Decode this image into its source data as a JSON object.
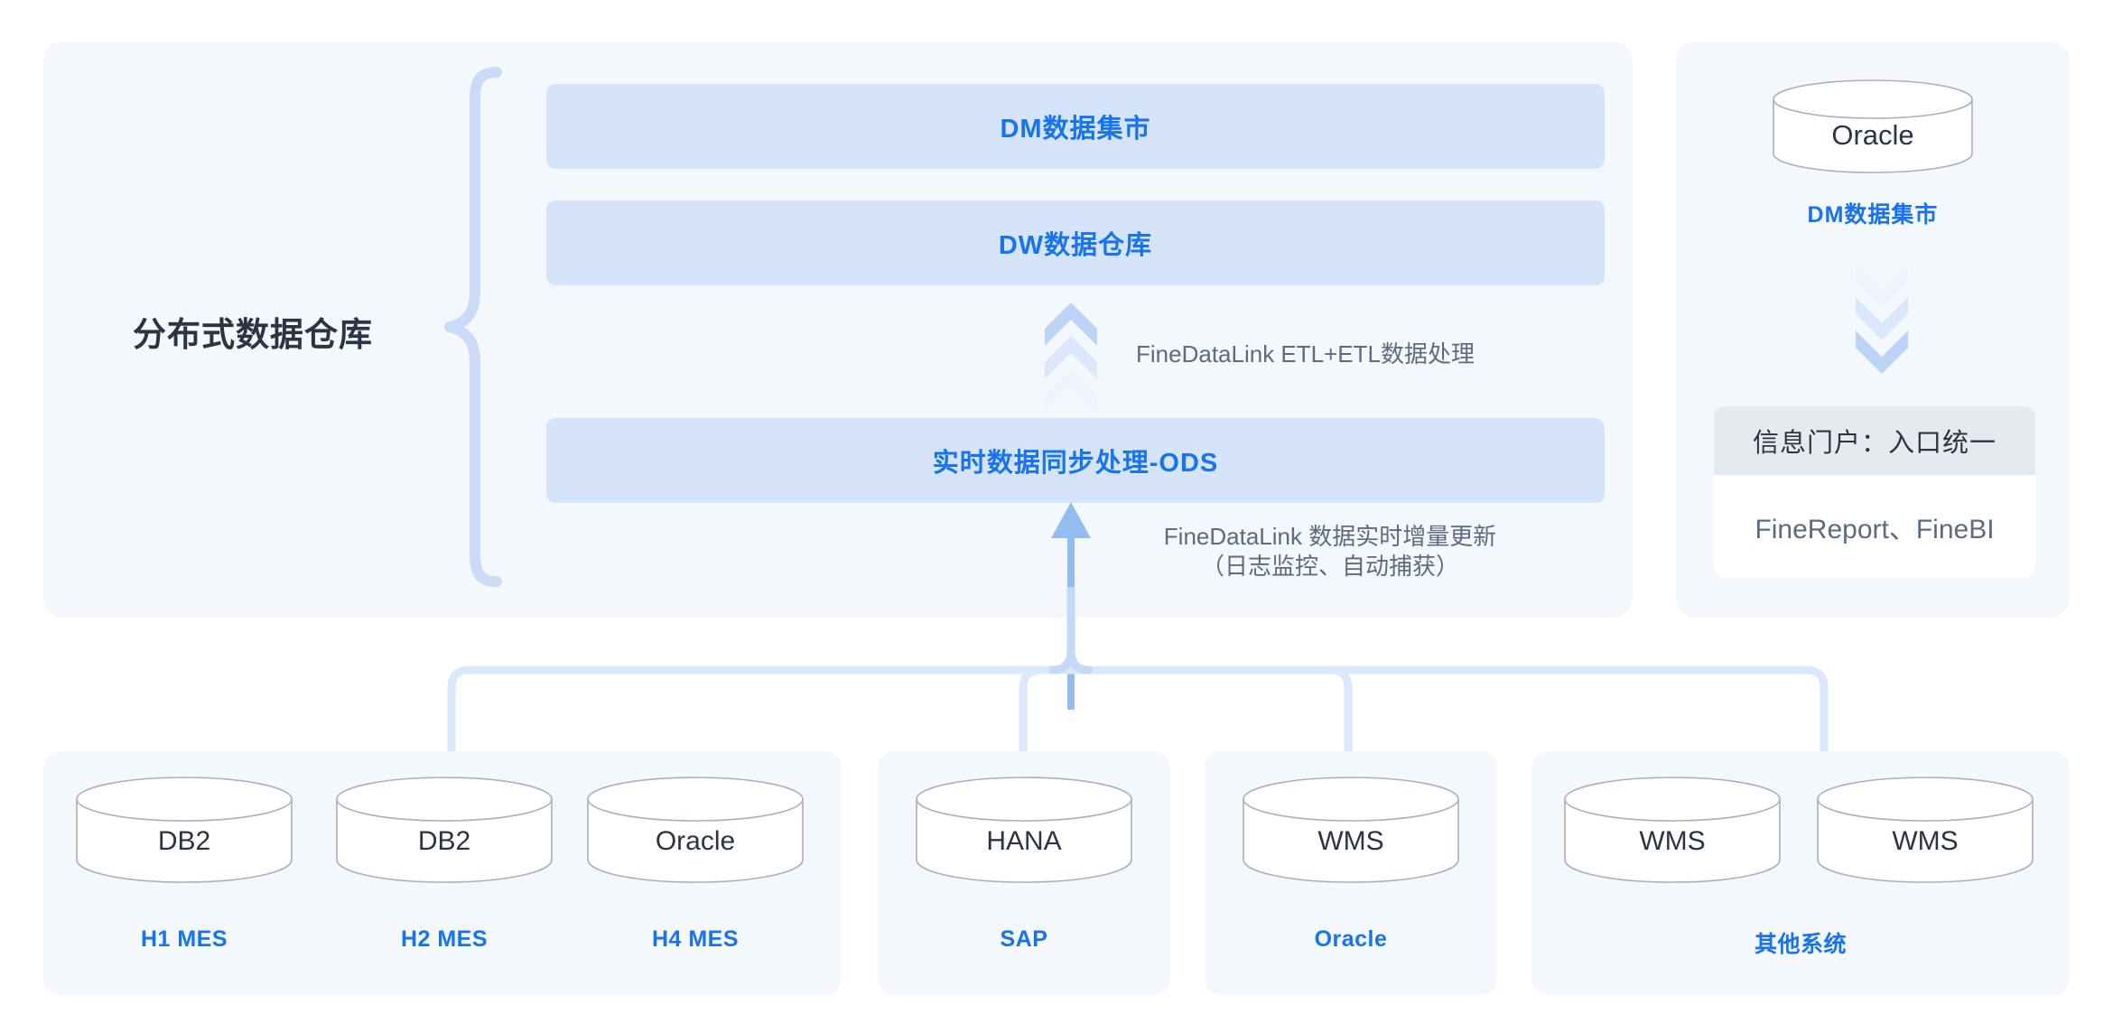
{
  "warehouse": {
    "title": "分布式数据仓库",
    "layers": [
      {
        "id": "dm",
        "label": "DM数据集市"
      },
      {
        "id": "dw",
        "label": "DW数据仓库"
      },
      {
        "id": "ods",
        "label": "实时数据同步处理-ODS"
      }
    ],
    "etl_annotation": "FineDataLink ETL+ETL数据处理",
    "sync_annotation_line1": "FineDataLink 数据实时增量更新",
    "sync_annotation_line2": "（日志监控、自动捕获）"
  },
  "portal": {
    "db_name": "Oracle",
    "db_label": "DM数据集市",
    "card_title": "信息门户：入口统一",
    "card_body": "FineReport、FineBI"
  },
  "sources": [
    {
      "group_label": "H1 MES",
      "databases": [
        "DB2"
      ]
    },
    {
      "group_label": "H2 MES",
      "databases": [
        "DB2"
      ]
    },
    {
      "group_label": "H4 MES",
      "databases": [
        "Oracle"
      ]
    },
    {
      "group_label": "SAP",
      "databases": [
        "HANA"
      ]
    },
    {
      "group_label": "Oracle",
      "databases": [
        "WMS"
      ]
    },
    {
      "group_label": "其他系统",
      "databases": [
        "WMS",
        "WMS"
      ]
    }
  ],
  "colors": {
    "panel_bg": "#f4f7fc",
    "layer_box_bg": "#d6e4fb",
    "accent_blue": "#1673f5",
    "brace": "#c9dbf7",
    "connector": "#dbe7fb",
    "arrow_solid": "#93bcf0",
    "text_dark": "#2b3445",
    "text_muted": "#5c6b82",
    "cylinder_stroke": "#a8b0bd",
    "card_header_bg": "#e6eaef"
  }
}
